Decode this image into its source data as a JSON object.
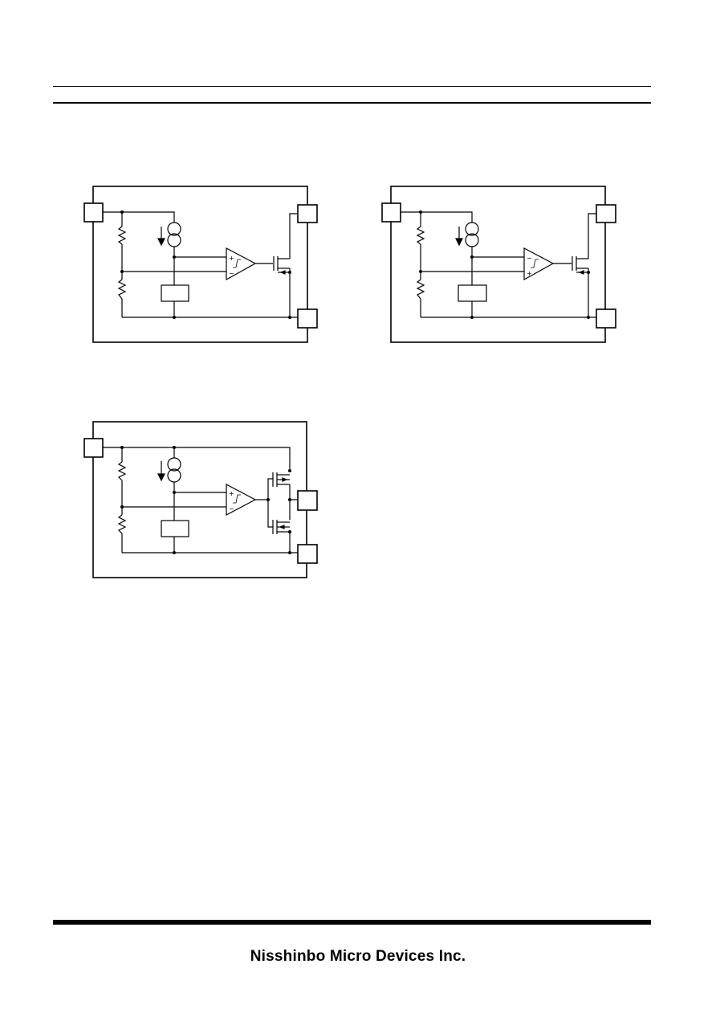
{
  "footer": {
    "company": "Nisshinbo Micro Devices Inc."
  },
  "diagrams": [
    {
      "id": "block-diagram-1"
    },
    {
      "id": "block-diagram-2"
    },
    {
      "id": "block-diagram-3"
    }
  ]
}
